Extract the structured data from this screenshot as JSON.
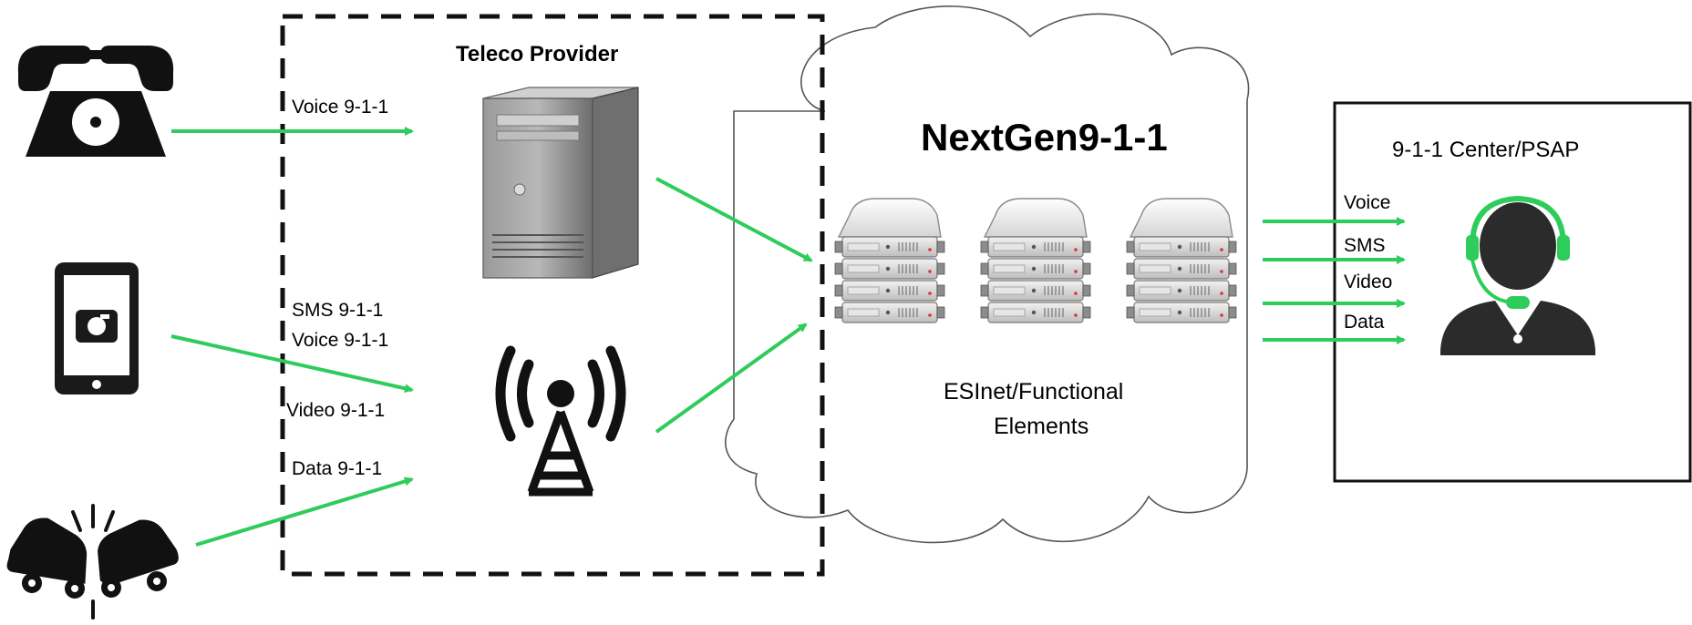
{
  "colors": {
    "arrow": "#2ecc5a",
    "accent_headset": "#2ecc5a",
    "icon_dark": "#1a1a1a",
    "server_gray": "#8c8c8c",
    "line": "#000000"
  },
  "teleco": {
    "title": "Teleco Provider"
  },
  "cloud": {
    "title": "NextGen9-1-1",
    "caption_line1": "ESInet/Functional",
    "caption_line2": "Elements"
  },
  "psap": {
    "title": "9-1-1 Center/PSAP",
    "channels": [
      "Voice",
      "SMS",
      "Video",
      "Data"
    ]
  },
  "inputs": {
    "landline": "Voice 9-1-1",
    "mobile_sms": "SMS 9-1-1",
    "mobile_voice": "Voice 9-1-1",
    "mobile_video": "Video 9-1-1",
    "crash_data": "Data 9-1-1"
  },
  "icons": {
    "phone": "rotary-phone-icon",
    "mobile": "smartphone-camera-icon",
    "crash": "car-crash-icon",
    "server": "server-tower-icon",
    "tower": "radio-tower-icon",
    "rack": "server-rack-icon",
    "operator": "call-taker-headset-icon"
  }
}
